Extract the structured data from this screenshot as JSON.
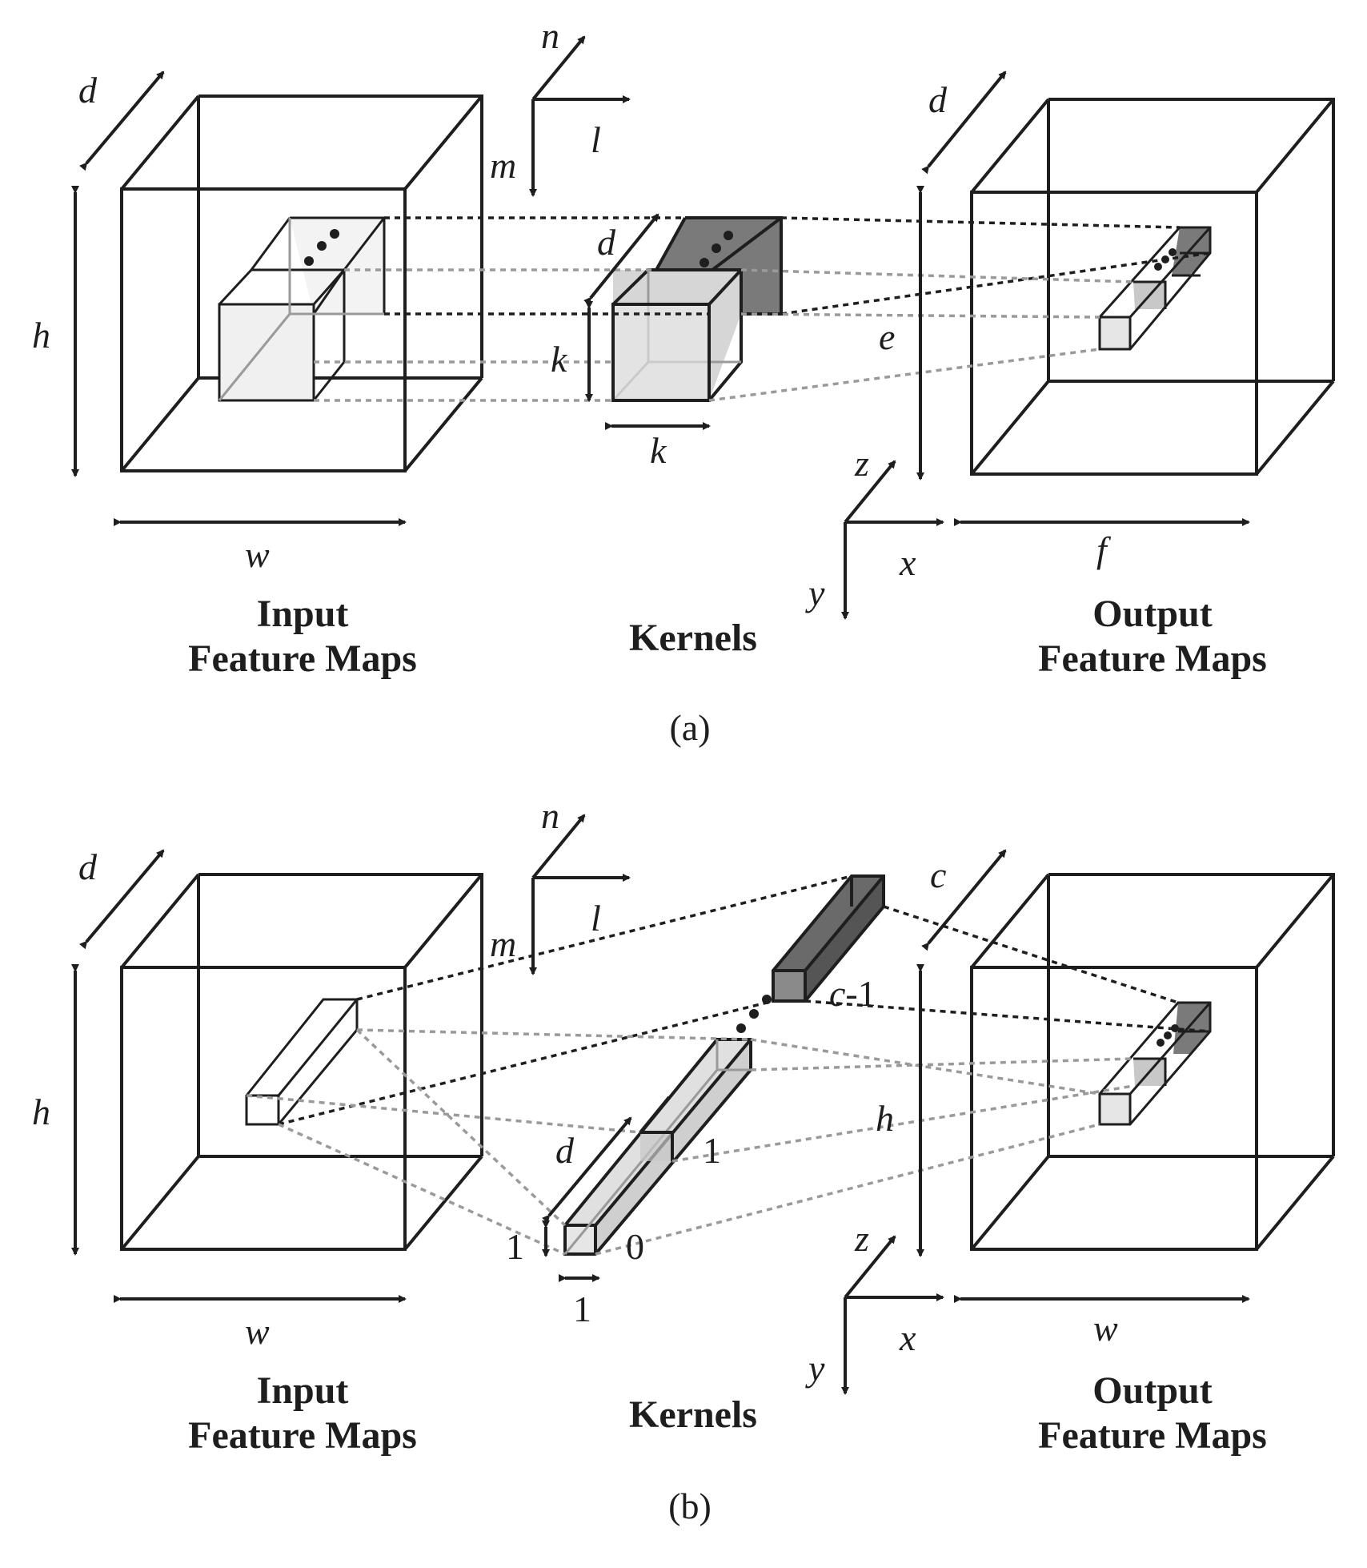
{
  "panel_a": {
    "caption": "(a)",
    "input": {
      "title_line1": "Input",
      "title_line2": "Feature Maps",
      "depth_label": "d",
      "height_label": "h",
      "width_label": "w"
    },
    "kernels": {
      "title": "Kernels",
      "depth_label": "d",
      "height_label": "k",
      "width_label": "k"
    },
    "output": {
      "title_line1": "Output",
      "title_line2": "Feature Maps",
      "depth_label": "d",
      "height_label": "e",
      "width_label": "f"
    },
    "axes_left": {
      "n": "n",
      "l": "l",
      "m": "m"
    },
    "axes_right": {
      "z": "z",
      "x": "x",
      "y": "y"
    }
  },
  "panel_b": {
    "caption": "(b)",
    "input": {
      "title_line1": "Input",
      "title_line2": "Feature Maps",
      "depth_label": "d",
      "height_label": "h",
      "width_label": "w"
    },
    "kernels": {
      "title": "Kernels",
      "depth_label": "d",
      "height_label": "1",
      "width_label": "1",
      "index_first": "0",
      "index_second": "1",
      "index_last_prefix": "c",
      "index_last_suffix": "-1"
    },
    "output": {
      "title_line1": "Output",
      "title_line2": "Feature Maps",
      "depth_label": "c",
      "height_label": "h",
      "width_label": "w"
    },
    "axes_left": {
      "n": "n",
      "l": "l",
      "m": "m"
    },
    "axes_right": {
      "z": "z",
      "x": "x",
      "y": "y"
    }
  },
  "colors": {
    "line": "#1e1e1e",
    "hidden_edge": "#9a9a9a",
    "light_fill": "#ebebeb",
    "mid_fill": "#c8c8c8",
    "dark_fill": "#7a7a7a"
  }
}
